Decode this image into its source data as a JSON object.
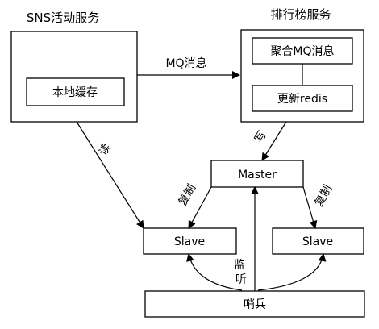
{
  "diagram": {
    "sns_service": {
      "title": "SNS活动服务",
      "cache": "本地缓存"
    },
    "rank_service": {
      "title": "排行榜服务",
      "aggregate": "聚合MQ消息",
      "update": "更新redis"
    },
    "mq_label": "MQ消息",
    "master": "Master",
    "slave_left": "Slave",
    "slave_right": "Slave",
    "sentinel": "哨兵",
    "read_label": "读",
    "write_label": "写",
    "replicate_left": "复制",
    "replicate_right": "复制",
    "monitor_label": "监听"
  }
}
